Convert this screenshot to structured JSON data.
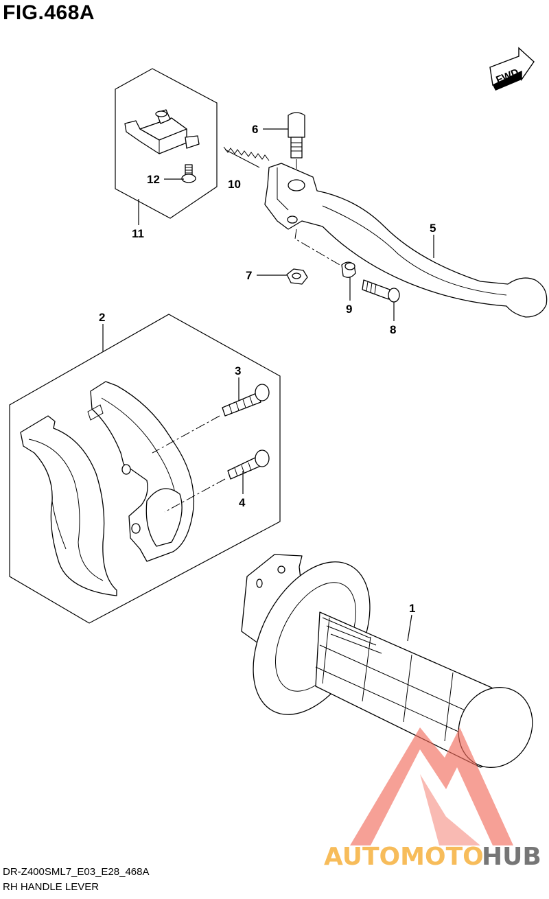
{
  "figure": {
    "title": "FIG.468A",
    "fwd_label": "FWD"
  },
  "callouts": [
    "1",
    "2",
    "3",
    "4",
    "5",
    "6",
    "7",
    "8",
    "9",
    "10",
    "11",
    "12"
  ],
  "footer": {
    "code": "DR-Z400SML7_E03_E28_468A",
    "name": "RH HANDLE LEVER"
  },
  "watermark": {
    "part1": "AUTOMOTO",
    "part2": "HUB",
    "color_primary": "#f26b5b",
    "color_secondary": "#f5a623",
    "color_dark": "#555555"
  }
}
